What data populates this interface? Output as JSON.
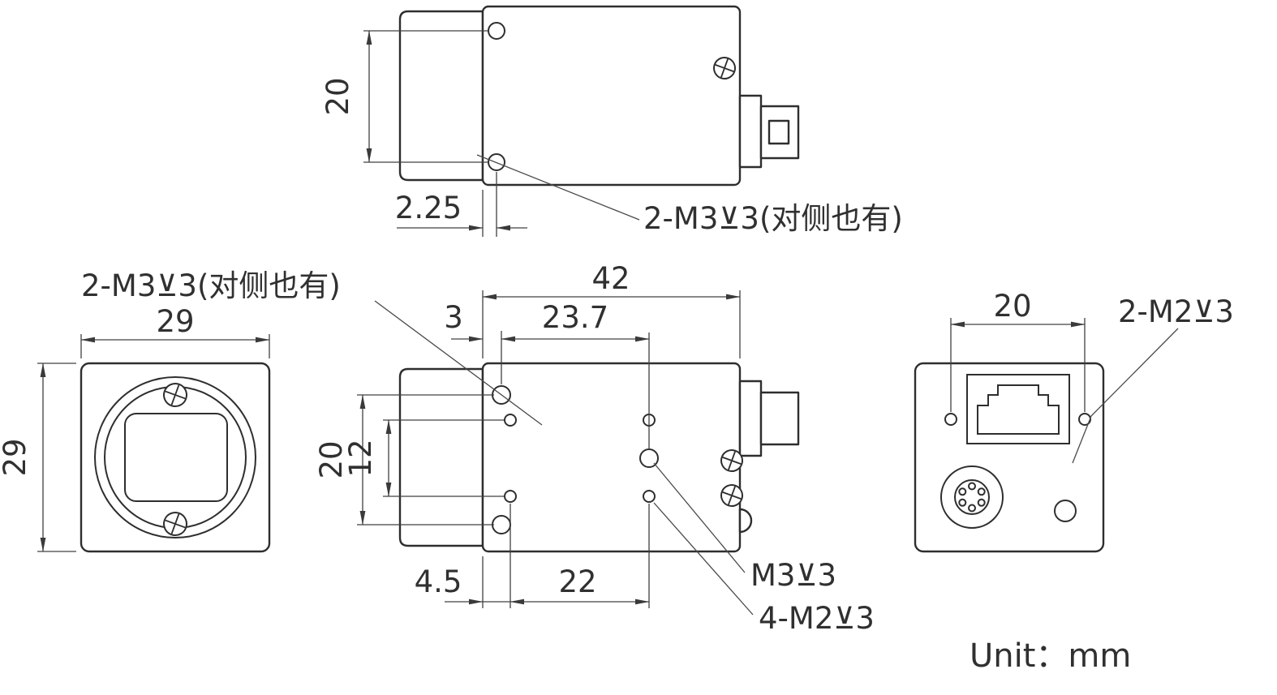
{
  "unit_note": "Unit：mm",
  "top_view": {
    "dim_hole_pitch": "20",
    "dim_hole_offset": "2.25",
    "thread_note": "2-M3⊻3(对侧也有)"
  },
  "front_view": {
    "dim_width": "29",
    "dim_height": "29"
  },
  "side_view": {
    "thread_note": "2-M3⊻3(对侧也有)",
    "dim_length": "42",
    "dim_front_offset": "3",
    "dim_top_hole_offset": "23.7",
    "dim_m3_pitch": "20",
    "dim_m2_pitch": "12",
    "dim_bottom_offset": "4.5",
    "dim_bottom_pitch": "22",
    "note_m3": "M3⊻3",
    "note_m2": "4-M2⊻3"
  },
  "rear_view": {
    "dim_hole_pitch": "20",
    "thread_note": "2-M2⊻3"
  }
}
